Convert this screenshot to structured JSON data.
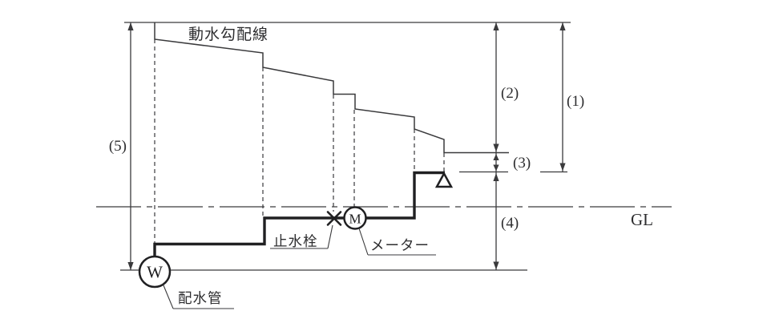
{
  "labels": {
    "hydraulic_gradient_line": "動水勾配線",
    "ground_level": "GL",
    "stop_valve": "止水栓",
    "meter": "メーター",
    "distribution_pipe": "配水管"
  },
  "symbols": {
    "distribution_pipe_letter": "W",
    "meter_letter": "M"
  },
  "dimensions": {
    "d1": "(1)",
    "d2": "(2)",
    "d3": "(3)",
    "d4": "(4)",
    "d5": "(5)"
  },
  "colors": {
    "line": "#3a3a3c",
    "pipe": "#202022",
    "background": "#ffffff"
  }
}
